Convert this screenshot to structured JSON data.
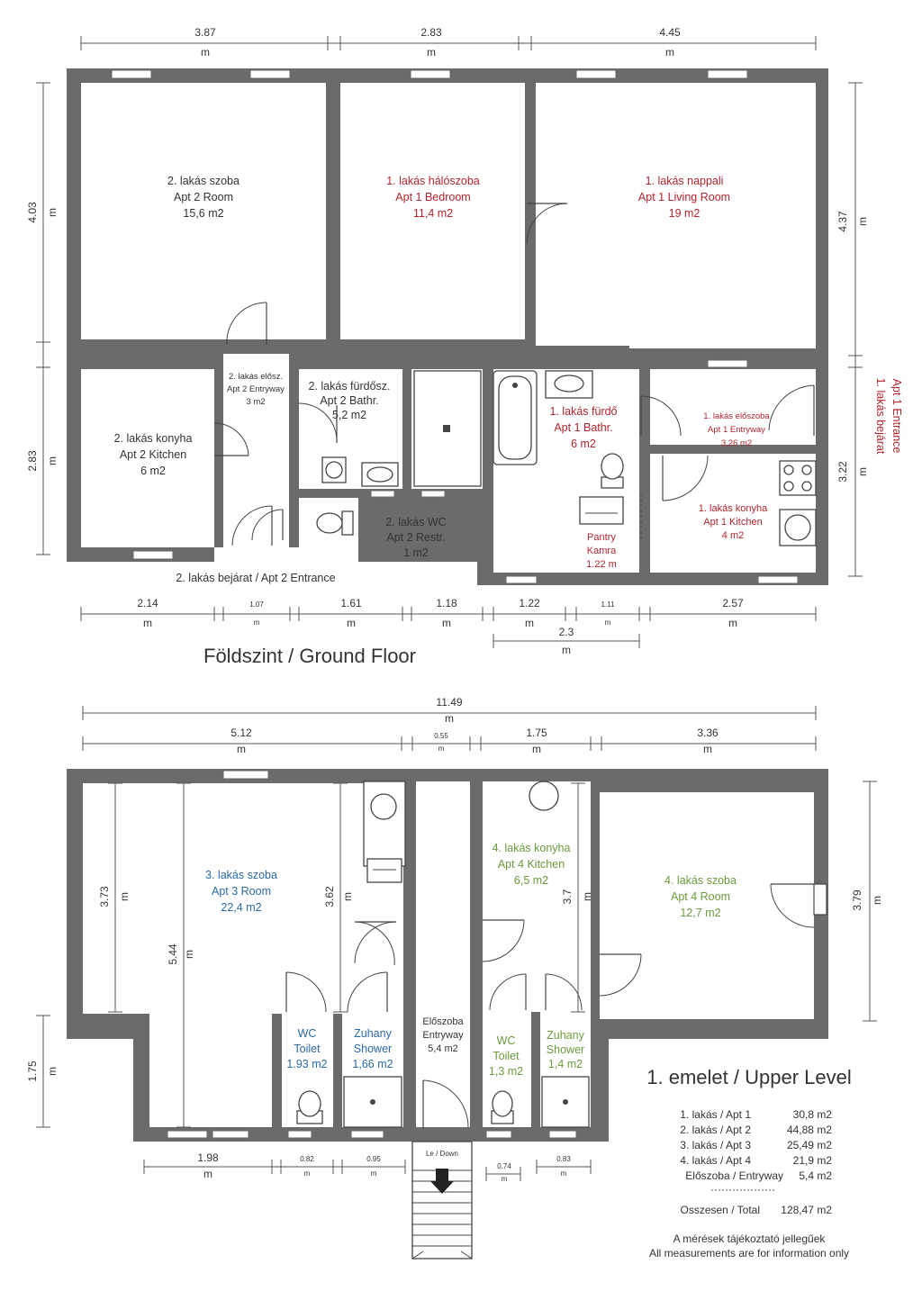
{
  "ground": {
    "heading": "Földszint / Ground Floor",
    "rooms": {
      "apt2_room": {
        "hu": "2. lakás szoba",
        "en": "Apt 2 Room",
        "area": "15,6 m2"
      },
      "apt1_bedroom": {
        "hu": "1. lakás hálószoba",
        "en": "Apt 1 Bedroom",
        "area": "11,4 m2"
      },
      "apt1_living": {
        "hu": "1. lakás nappali",
        "en": "Apt 1 Living Room",
        "area": "19 m2"
      },
      "apt2_entry": {
        "hu": "2. lakás elősz.",
        "en": "Apt 2 Entryway",
        "area": "3 m2"
      },
      "apt2_bath": {
        "hu": "2. lakás fürdősz.",
        "en": "Apt 2 Bathr.",
        "area": "5,2 m2"
      },
      "apt2_kitchen": {
        "hu": "2. lakás konyha",
        "en": "Apt 2 Kitchen",
        "area": "6 m2"
      },
      "apt2_wc": {
        "hu": "2. lakás WC",
        "en": "Apt 2 Restr.",
        "area": "1 m2"
      },
      "apt1_bath": {
        "hu": "1. lakás fürdő",
        "en": "Apt 1 Bathr.",
        "area": "6 m2"
      },
      "apt1_entry": {
        "hu": "1. lakás előszoba",
        "en": "Apt 1 Entryway",
        "area": "3,26 m2"
      },
      "apt1_kitchen": {
        "hu": "1. lakás konyha",
        "en": "Apt 1 Kitchen",
        "area": "4 m2"
      },
      "pantry": {
        "hu": "Pantry",
        "en": "Kamra",
        "area": "1.22 m"
      }
    },
    "apt2_entrance": "2. lakás bejárat / Apt 2 Entrance",
    "apt1_entrance": {
      "line1": "1. lakás bejárat",
      "line2": "Apt 1 Entrance"
    },
    "dims_top": [
      "3.87",
      "2.83",
      "4.45"
    ],
    "dims_left": [
      "4.03",
      "2.83"
    ],
    "dims_right": [
      "4.37",
      "3.22"
    ],
    "dims_bottom": [
      "2.14",
      "1.07",
      "1.61",
      "1.18",
      "1.22",
      "1.11",
      "2.57"
    ],
    "dim_bottom2": "2.3",
    "unit": "m"
  },
  "upper": {
    "heading": "1. emelet / Upper Level",
    "rooms": {
      "apt3_room": {
        "hu": "3. lakás szoba",
        "en": "Apt 3 Room",
        "area": "22,4 m2"
      },
      "apt4_kitchen": {
        "hu": "4. lakás konyha",
        "en": "Apt 4 Kitchen",
        "area": "6,5 m2"
      },
      "apt4_room": {
        "hu": "4. lakás szoba",
        "en": "Apt 4 Room",
        "area": "12,7 m2"
      },
      "apt3_wc": {
        "hu": "WC",
        "en": "Toilet",
        "area": "1.93 m2"
      },
      "apt3_shower": {
        "hu": "Zuhany",
        "en": "Shower",
        "area": "1,66 m2"
      },
      "hall": {
        "hu": "Előszoba",
        "en": "Entryway",
        "area": "5,4 m2"
      },
      "apt4_wc": {
        "hu": "WC",
        "en": "Toilet",
        "area": "1,3 m2"
      },
      "apt4_shower": {
        "hu": "Zuhany",
        "en": "Shower",
        "area": "1,4 m2"
      }
    },
    "stairs": "Le / Down",
    "dim_total": "11.49",
    "dims_top": [
      "5.12",
      "0.55",
      "1.75",
      "3.36"
    ],
    "dims_inner": [
      "3.73",
      "5.44",
      "3.62",
      "3.7"
    ],
    "dim_left_low": "1.75",
    "dim_right": "3.79",
    "dims_bottom": [
      "1.98",
      "0.82",
      "0.95",
      "0.74",
      "0.83"
    ],
    "unit": "m"
  },
  "summary": {
    "rows": [
      {
        "label": "1. lakás / Apt 1",
        "value": "30,8 m2"
      },
      {
        "label": "2. lakás / Apt 2",
        "value": "44,88 m2"
      },
      {
        "label": "3. lakás / Apt 3",
        "value": "25,49 m2"
      },
      {
        "label": "4. lakás / Apt 4",
        "value": "21,9 m2"
      },
      {
        "label": "Előszoba / Entryway",
        "value": "5,4 m2"
      }
    ],
    "total_label": "Osszesen / Total",
    "total_value": "128,47 m2",
    "note_hu": "A mérések tájékoztató jellegűek",
    "note_en": "All measurements are for information only"
  }
}
